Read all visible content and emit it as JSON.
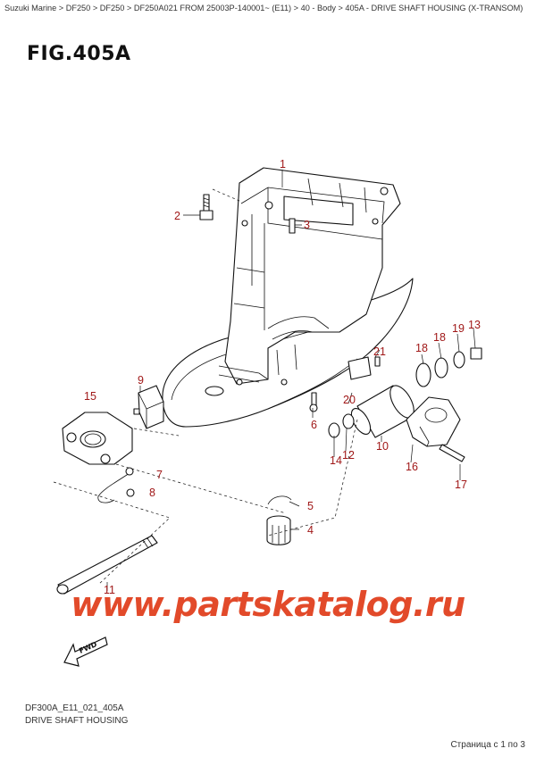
{
  "breadcrumb": {
    "items": [
      "Suzuki Marine",
      "DF250",
      "DF250",
      "DF250A021 FROM 25003P-140001~ (E11)",
      "40 - Body",
      "405A - DRIVE SHAFT HOUSING (X-TRANSOM)"
    ],
    "separator": " > "
  },
  "figure": {
    "title": "FIG.405A",
    "code": "DF300A_E11_021_405A",
    "caption": "DRIVE SHAFT HOUSING"
  },
  "callouts": [
    "1",
    "2",
    "3",
    "4",
    "5",
    "6",
    "7",
    "8",
    "9",
    "10",
    "11",
    "12",
    "13",
    "14",
    "15",
    "16",
    "17",
    "18",
    "18",
    "19",
    "20",
    "21"
  ],
  "watermark": "www.partskatalog.ru",
  "fwd_label": "FWD",
  "pager": "Страница с 1 по 3",
  "colors": {
    "callout": "#a01818",
    "watermark": "#e24a2a"
  }
}
